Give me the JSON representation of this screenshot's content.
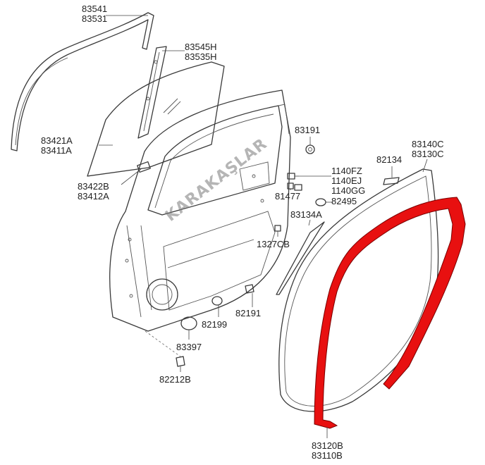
{
  "watermark": "KARAKAŞLAR",
  "labels": {
    "glass_run_upper": [
      "83541",
      "83531"
    ],
    "channel_rear": [
      "83545H",
      "83535H"
    ],
    "door_glass": [
      "83421A",
      "83411A"
    ],
    "glass_clip": [
      "83422B",
      "83412A"
    ],
    "grommet_83191": [
      "83191"
    ],
    "bolts": [
      "1140FZ",
      "1140EJ",
      "1140GG"
    ],
    "plug_82134": [
      "82134"
    ],
    "weatherstrip_body": [
      "83140C",
      "83130C"
    ],
    "part_81477": [
      "81477"
    ],
    "plug_82495": [
      "82495"
    ],
    "seal_83134": [
      "83134A"
    ],
    "bolt_1327": [
      "1327CB"
    ],
    "clip_82191": [
      "82191"
    ],
    "plug_82199": [
      "82199"
    ],
    "plug_83397": [
      "83397"
    ],
    "bolt_82212": [
      "82212B"
    ],
    "weatherstrip_door": [
      "83120B",
      "83110B"
    ]
  },
  "colors": {
    "highlight": "#e81010",
    "line": "#3a3a3a"
  }
}
